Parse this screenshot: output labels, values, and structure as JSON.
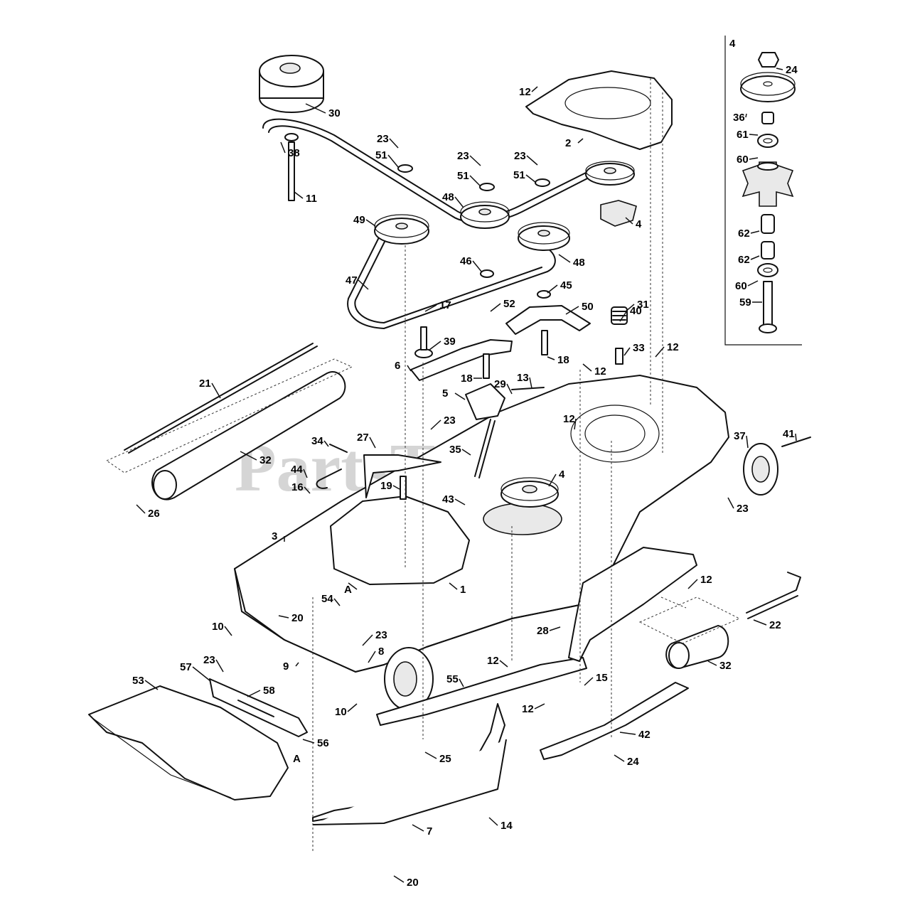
{
  "watermark": "PartsTree",
  "inset_label": "4",
  "callouts": [
    {
      "id": "c1",
      "label": "30"
    },
    {
      "id": "c2",
      "label": "38"
    },
    {
      "id": "c3",
      "label": "11"
    },
    {
      "id": "c4",
      "label": "23"
    },
    {
      "id": "c5",
      "label": "51"
    },
    {
      "id": "c6",
      "label": "49"
    },
    {
      "id": "c7",
      "label": "23"
    },
    {
      "id": "c8",
      "label": "51"
    },
    {
      "id": "c9",
      "label": "48"
    },
    {
      "id": "c10",
      "label": "23"
    },
    {
      "id": "c11",
      "label": "51"
    },
    {
      "id": "c12",
      "label": "12"
    },
    {
      "id": "c13",
      "label": "2"
    },
    {
      "id": "c14",
      "label": "4"
    },
    {
      "id": "c15",
      "label": "48"
    },
    {
      "id": "c16",
      "label": "46"
    },
    {
      "id": "c17",
      "label": "47"
    },
    {
      "id": "c18",
      "label": "45"
    },
    {
      "id": "c19",
      "label": "52"
    },
    {
      "id": "c20",
      "label": "50"
    },
    {
      "id": "c21",
      "label": "31"
    },
    {
      "id": "c22",
      "label": "17"
    },
    {
      "id": "c23",
      "label": "39"
    },
    {
      "id": "c24",
      "label": "40"
    },
    {
      "id": "c25",
      "label": "33"
    },
    {
      "id": "c26",
      "label": "12"
    },
    {
      "id": "c27",
      "label": "6"
    },
    {
      "id": "c28",
      "label": "18"
    },
    {
      "id": "c29",
      "label": "18"
    },
    {
      "id": "c30",
      "label": "12"
    },
    {
      "id": "c31",
      "label": "21"
    },
    {
      "id": "c32",
      "label": "13"
    },
    {
      "id": "c33",
      "label": "29"
    },
    {
      "id": "c34",
      "label": "5"
    },
    {
      "id": "c35",
      "label": "23"
    },
    {
      "id": "c36",
      "label": "12"
    },
    {
      "id": "c37",
      "label": "37"
    },
    {
      "id": "c38",
      "label": "41"
    },
    {
      "id": "c39",
      "label": "34"
    },
    {
      "id": "c40",
      "label": "27"
    },
    {
      "id": "c41",
      "label": "35"
    },
    {
      "id": "c42",
      "label": "32"
    },
    {
      "id": "c43",
      "label": "44"
    },
    {
      "id": "c44",
      "label": "4"
    },
    {
      "id": "c45",
      "label": "16"
    },
    {
      "id": "c46",
      "label": "19"
    },
    {
      "id": "c47",
      "label": "43"
    },
    {
      "id": "c48",
      "label": "23"
    },
    {
      "id": "c49",
      "label": "26"
    },
    {
      "id": "c50",
      "label": "3"
    },
    {
      "id": "c51",
      "label": "1"
    },
    {
      "id": "c52",
      "label": "A"
    },
    {
      "id": "c53",
      "label": "54"
    },
    {
      "id": "c54",
      "label": "12"
    },
    {
      "id": "c55",
      "label": "20"
    },
    {
      "id": "c56",
      "label": "10"
    },
    {
      "id": "c57",
      "label": "28"
    },
    {
      "id": "c58",
      "label": "22"
    },
    {
      "id": "c59",
      "label": "23"
    },
    {
      "id": "c60",
      "label": "8"
    },
    {
      "id": "c61",
      "label": "9"
    },
    {
      "id": "c62",
      "label": "23"
    },
    {
      "id": "c63",
      "label": "57"
    },
    {
      "id": "c64",
      "label": "12"
    },
    {
      "id": "c65",
      "label": "15"
    },
    {
      "id": "c66",
      "label": "32"
    },
    {
      "id": "c67",
      "label": "53"
    },
    {
      "id": "c68",
      "label": "58"
    },
    {
      "id": "c69",
      "label": "55"
    },
    {
      "id": "c70",
      "label": "10"
    },
    {
      "id": "c71",
      "label": "12"
    },
    {
      "id": "c72",
      "label": "42"
    },
    {
      "id": "c73",
      "label": "56"
    },
    {
      "id": "c74",
      "label": "A"
    },
    {
      "id": "c75",
      "label": "25"
    },
    {
      "id": "c76",
      "label": "24"
    },
    {
      "id": "c77",
      "label": "14"
    },
    {
      "id": "c78",
      "label": "7"
    },
    {
      "id": "c79",
      "label": "20"
    },
    {
      "id": "i1",
      "label": "24"
    },
    {
      "id": "i2",
      "label": "36"
    },
    {
      "id": "i3",
      "label": "61"
    },
    {
      "id": "i4",
      "label": "60"
    },
    {
      "id": "i5",
      "label": "62"
    },
    {
      "id": "i6",
      "label": "62"
    },
    {
      "id": "i7",
      "label": "60"
    },
    {
      "id": "i8",
      "label": "59"
    }
  ]
}
